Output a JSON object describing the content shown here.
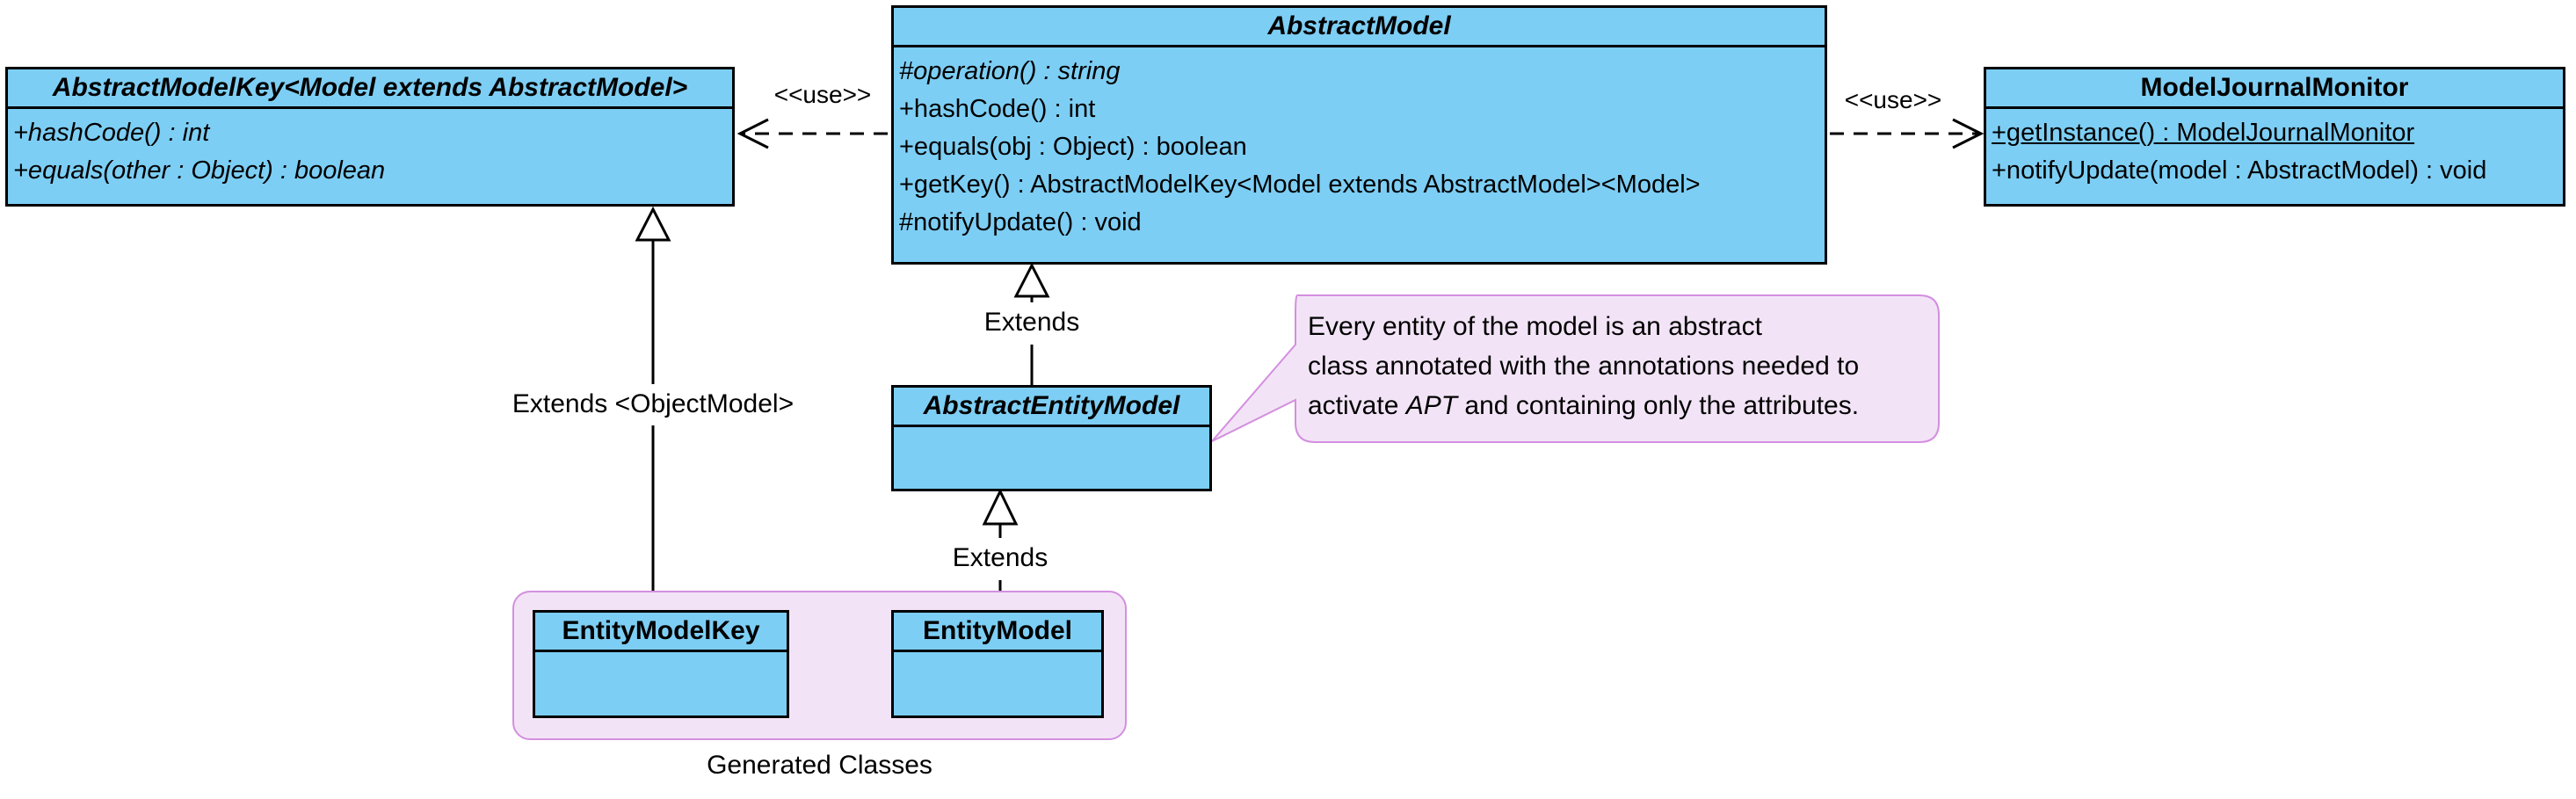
{
  "classes": {
    "abstract_model_key": {
      "name": "AbstractModelKey<Model extends AbstractModel>",
      "operations": [
        "+hashCode() : int",
        "+equals(other : Object) : boolean"
      ]
    },
    "abstract_model": {
      "name": "AbstractModel",
      "operations": [
        "#operation() : string",
        "+hashCode() : int",
        "+equals(obj : Object) : boolean",
        "+getKey() : AbstractModelKey<Model extends AbstractModel><Model>",
        "#notifyUpdate() : void"
      ]
    },
    "model_journal_monitor": {
      "name": "ModelJournalMonitor",
      "operations": [
        "+getInstance() : ModelJournalMonitor",
        "+notifyUpdate(model : AbstractModel) : void"
      ]
    },
    "abstract_entity_model": {
      "name": "AbstractEntityModel"
    },
    "entity_model_key": {
      "name": "EntityModelKey"
    },
    "entity_model": {
      "name": "EntityModel"
    }
  },
  "relations": {
    "use_left": "<<use>>",
    "use_right": "<<use>>",
    "extends_key": "Extends <ObjectModel>",
    "extends_entity": "Extends",
    "extends_model": "Extends"
  },
  "note": {
    "line1": "Every entity of the model is an abstract",
    "line2": "class annotated with the annotations needed to",
    "line3_pre": "activate ",
    "line3_em": "APT",
    "line3_post": " and containing only the attributes."
  },
  "group_label": "Generated Classes",
  "colors": {
    "class_fill": "#7dcef4",
    "note_fill": "#f2e4f6",
    "note_border": "#d48fe0",
    "line": "#000000"
  }
}
